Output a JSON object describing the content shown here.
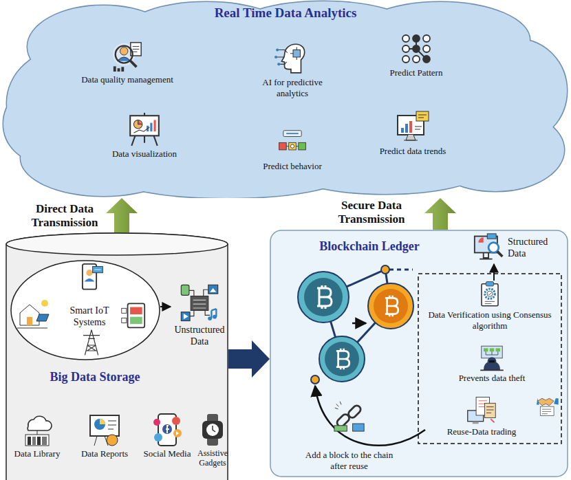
{
  "diagram": {
    "nodes": [
      {
        "text": [
          "Real Time Data Analytics"
        ]
      },
      {
        "text": [
          "Data quality management"
        ],
        "in": 0
      },
      {
        "text": [
          "AI for predictive analytics"
        ],
        "in": 0
      },
      {
        "text": [
          "Predict Pattern"
        ],
        "in": 0
      },
      {
        "text": [
          "Data visualization"
        ],
        "in": 0
      },
      {
        "text": [
          "Predict behavior"
        ],
        "in": 0
      },
      {
        "text": [
          "Predict data trends"
        ],
        "in": 0
      },
      {
        "text": [
          "Big Data Storage"
        ]
      },
      {
        "text": [
          "Smart IoT Systems"
        ],
        "in": 7
      },
      {
        "text": [
          "Unstructured Data"
        ],
        "in": 7
      },
      {
        "text": [
          "Data Library"
        ],
        "in": 7
      },
      {
        "text": [
          "Data Reports"
        ],
        "in": 7
      },
      {
        "text": [
          "Social Media"
        ],
        "in": 7
      },
      {
        "text": [
          "Assistive Gadgets"
        ],
        "in": 7
      },
      {
        "text": [
          "Blockchain Ledger"
        ]
      },
      {
        "text": [
          "Structured Data"
        ],
        "in": 14
      },
      {
        "text": [
          "Data Verification using Consensus algorithm"
        ],
        "in": 14
      },
      {
        "text": [
          "Prevents data theft"
        ],
        "in": 14
      },
      {
        "text": [
          "Reuse-Data trading"
        ],
        "in": 14
      },
      {
        "text": [
          "Add a block to the chain after reuse"
        ],
        "in": 14
      }
    ],
    "edges": [
      {
        "from": 7,
        "to": 0,
        "label": "Direct Data Transmission",
        "arrow": "to"
      },
      {
        "from": 14,
        "to": 0,
        "label": "Secure Data Transmission",
        "arrow": "to"
      },
      {
        "from": 7,
        "to": 14,
        "arrow": "to"
      },
      {
        "from": 8,
        "to": 9,
        "arrow": "to"
      },
      {
        "from": 16,
        "to": 15,
        "arrow": "to"
      }
    ]
  }
}
